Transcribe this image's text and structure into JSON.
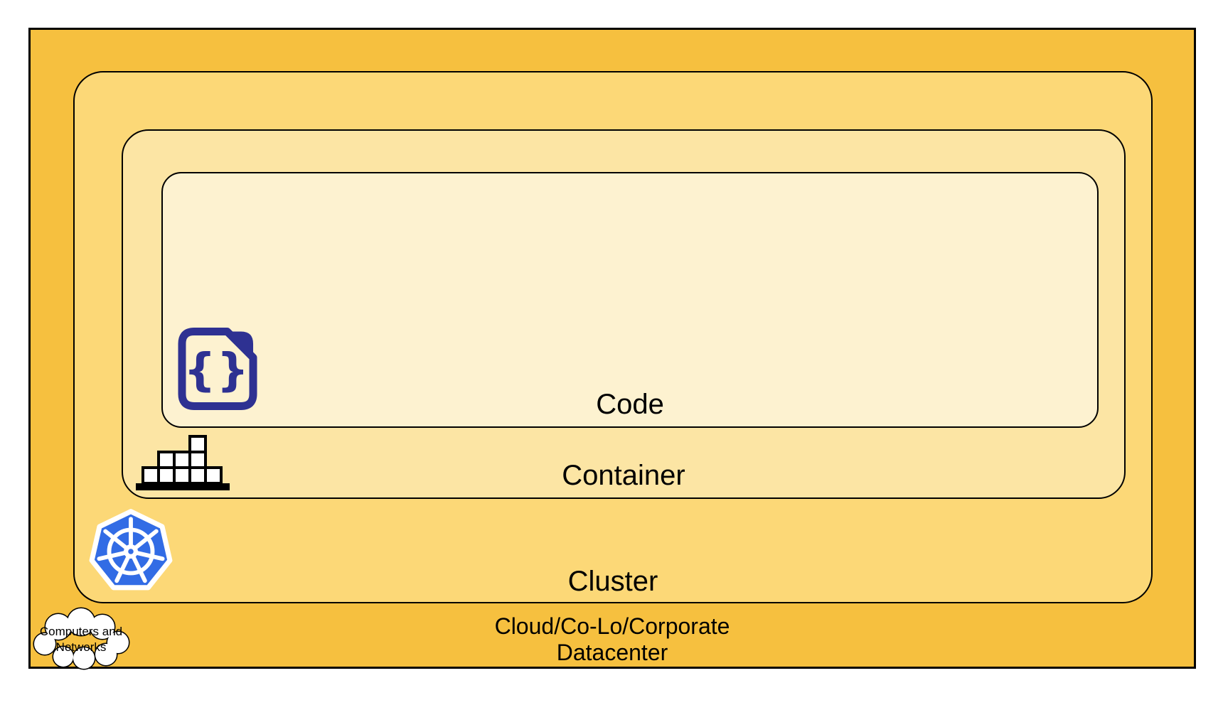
{
  "layers": {
    "code": {
      "label": "Code"
    },
    "container": {
      "label": "Container"
    },
    "cluster": {
      "label": "Cluster"
    },
    "datacenter": {
      "label_line1": "Cloud/Co-Lo/Corporate",
      "label_line2": "Datacenter"
    }
  },
  "cloud": {
    "line1": "Computers and",
    "line2": "Networks"
  },
  "icons": {
    "code_glyph": "{}",
    "code_icon": "code-file-icon",
    "container_icon": "container-blocks-icon",
    "cluster_icon": "kubernetes-icon",
    "datacenter_icon": "computers-networks-cloud-icon"
  },
  "colors": {
    "datacenter_fill": "#F6C03F",
    "cluster_fill": "#FCD877",
    "container_fill": "#FCE5A4",
    "code_fill": "#FDF2D0",
    "outline_black": "#000000",
    "code_icon_navy": "#2E3192",
    "kubernetes_blue": "#326CE5",
    "icon_white": "#FFFFFF"
  }
}
